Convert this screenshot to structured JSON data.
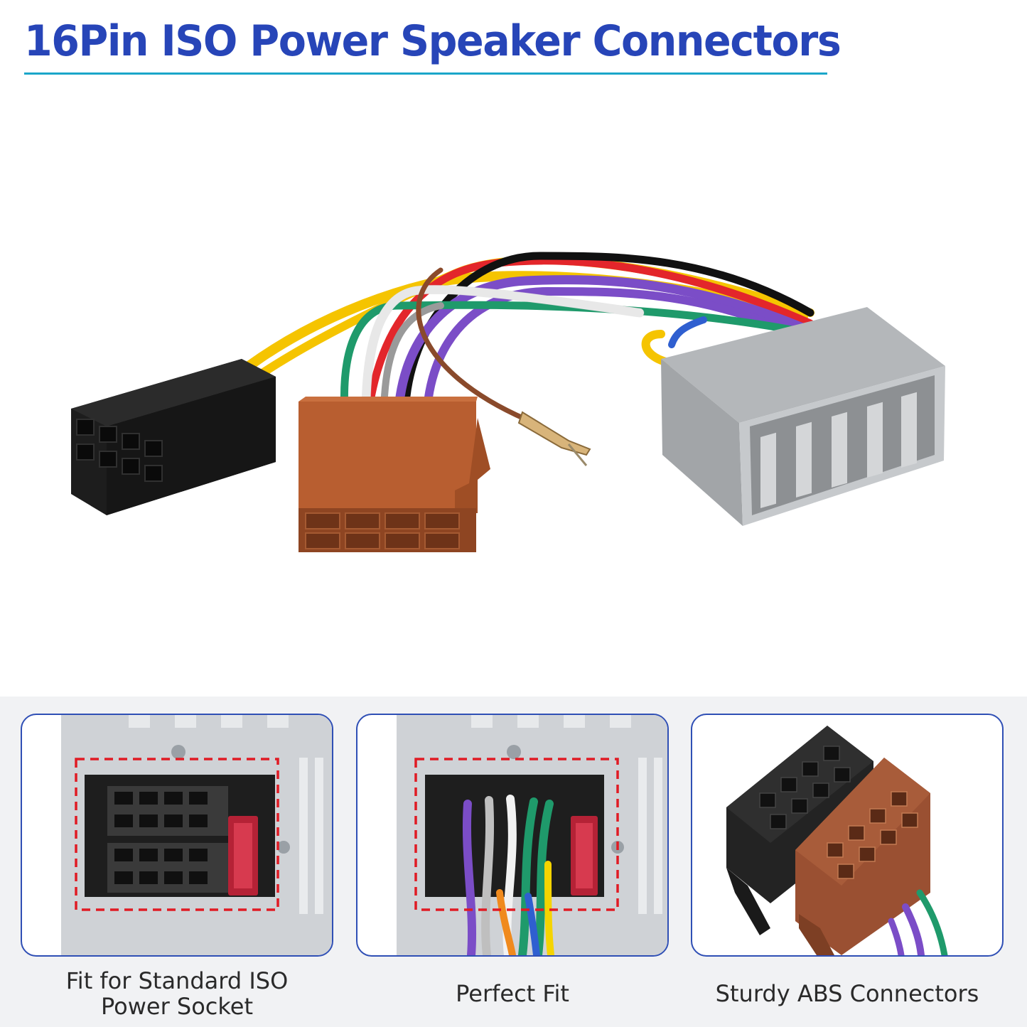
{
  "header": {
    "title": "16Pin ISO Power Speaker Connectors"
  },
  "colors": {
    "title": "#2745b8",
    "underline": "#1aa6c9",
    "panel_border": "#2f4fb5",
    "dashed_box": "#e01b24",
    "background_band": "#f1f2f4"
  },
  "panels": [
    {
      "caption_line1": "Fit for Standard ISO",
      "caption_line2": "Power Socket"
    },
    {
      "caption": "Perfect Fit"
    },
    {
      "caption": "Sturdy ABS Connectors"
    }
  ]
}
